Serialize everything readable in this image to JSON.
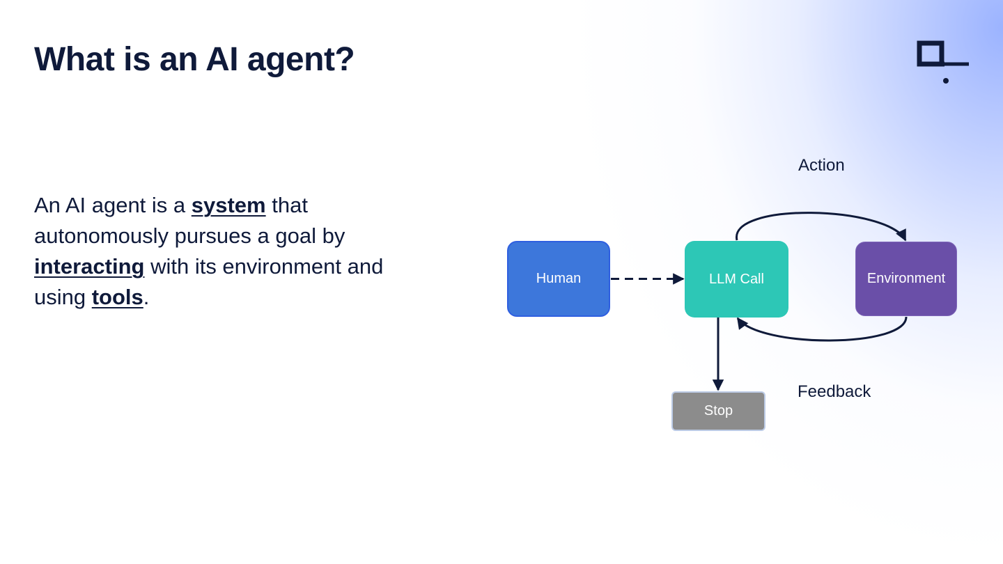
{
  "slide": {
    "title": "What is an AI agent?",
    "body": {
      "t1": "An AI agent is a ",
      "k1": "system",
      "t2": " that autonomously pursues a goal by ",
      "k2": "interacting",
      "t3": " with its environment and using ",
      "k3": "tools",
      "t4": "."
    }
  },
  "logo_icon": "brand-logo-icon",
  "diagram": {
    "nodes": {
      "human": "Human",
      "llm": "LLM Call",
      "environment": "Environment",
      "stop": "Stop"
    },
    "edges": {
      "action": "Action",
      "feedback": "Feedback"
    },
    "colors": {
      "human": "#3d77db",
      "llm": "#2dc7b6",
      "environment": "#6a4fa8",
      "stop": "#8c8c8c",
      "ink": "#0f1a3a"
    }
  }
}
